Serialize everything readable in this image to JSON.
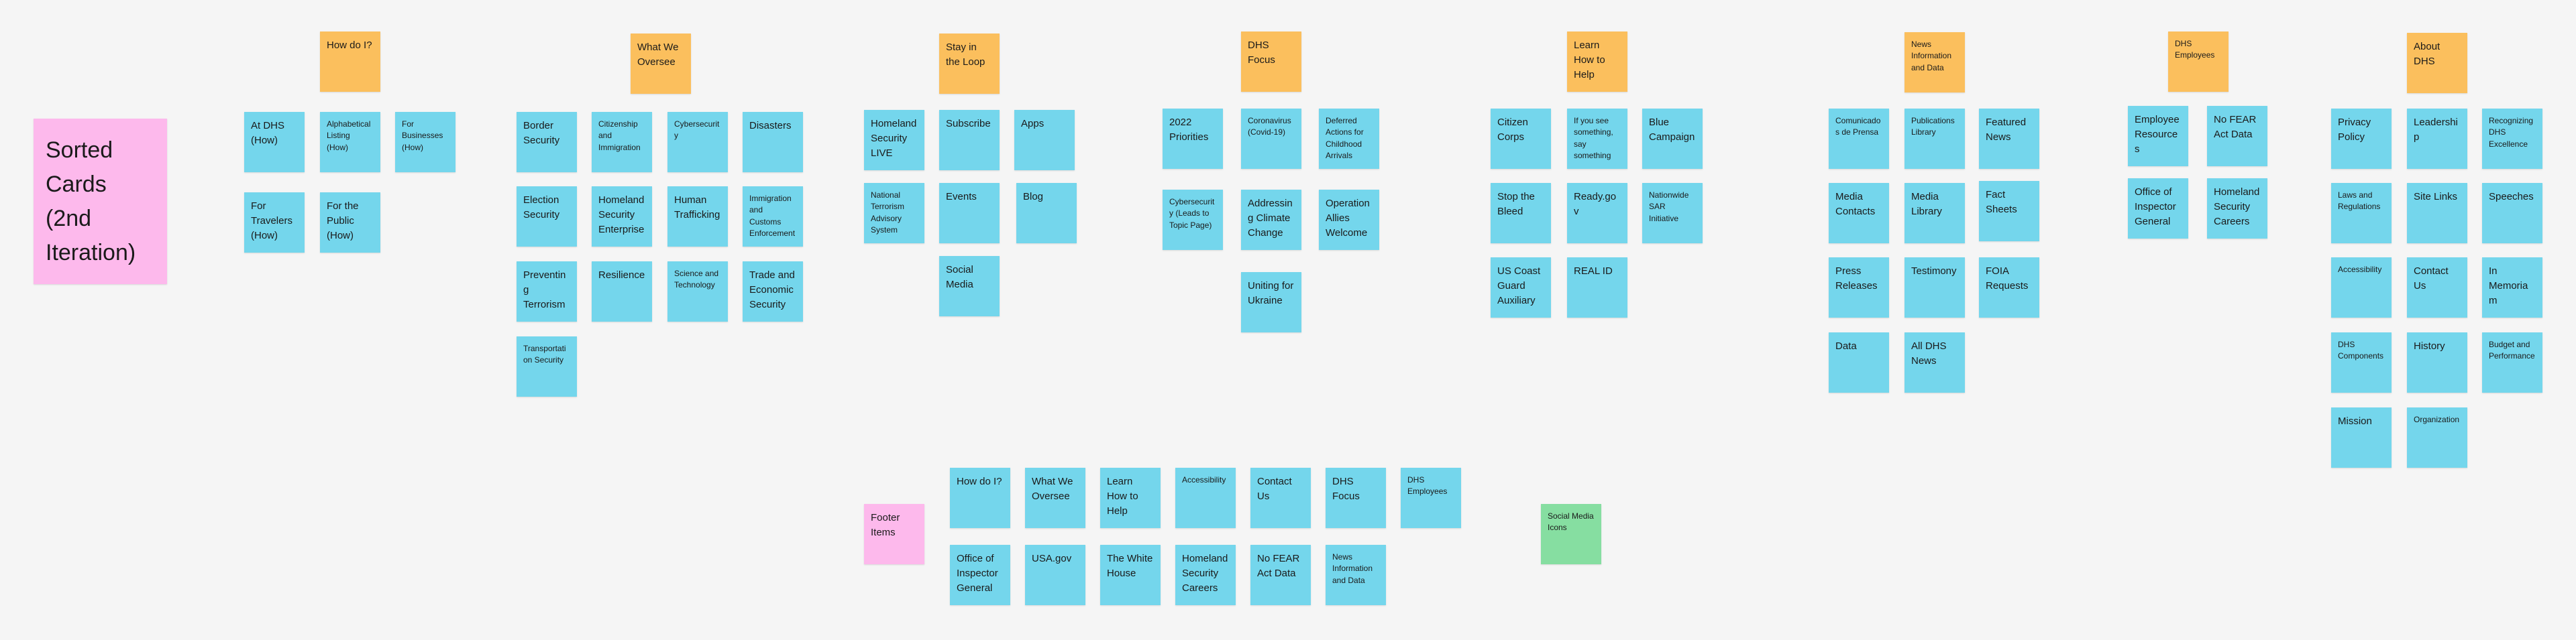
{
  "board": {
    "title": "Sorted Cards (2nd Iteration)",
    "headers": {
      "how_do_i": "How do I?",
      "what_we_oversee": "What We Oversee",
      "stay_in_loop": "Stay in the Loop",
      "dhs_focus": "DHS Focus",
      "learn_how_to_help": "Learn How to Help",
      "news_info_data": "News Information and Data",
      "dhs_employees": "DHS Employees",
      "about_dhs": "About DHS"
    },
    "how_do_i": {
      "at_dhs": "At DHS (How)",
      "alphabetical": "Alphabetical Listing (How)",
      "businesses": "For Businesses (How)",
      "travelers": "For Travelers (How)",
      "public": "For the Public (How)"
    },
    "oversee": {
      "border": "Border Security",
      "citizenship": "Citizenship and Immigration",
      "cyber": "Cybersecurity",
      "disasters": "Disasters",
      "election": "Election Security",
      "hse": "Homeland Security Enterprise",
      "trafficking": "Human Trafficking",
      "ice": "Immigration and Customs Enforcement",
      "terrorism": "Preventing Terrorism",
      "resilience": "Resilience",
      "science": "Science and Technology",
      "trade": "Trade and Economic Security",
      "transport": "Transportation Security"
    },
    "loop": {
      "live": "Homeland Security LIVE",
      "subscribe": "Subscribe",
      "apps": "Apps",
      "ntas": "National Terrorism Advisory System",
      "events": "Events",
      "blog": "Blog",
      "social": "Social Media"
    },
    "focus": {
      "priorities": "2022 Priorities",
      "covid": "Coronavirus (Covid-19)",
      "daca": "Deferred Actions for Childhood Arrivals",
      "cyber_topic": "Cybersecurity (Leads to Topic Page)",
      "climate": "Addressing Climate Change",
      "allies": "Operation Allies Welcome",
      "ukraine": "Uniting for Ukraine"
    },
    "help": {
      "citizen_corps": "Citizen Corps",
      "see_say": "If you see something, say something",
      "blue": "Blue Campaign",
      "bleed": "Stop the Bleed",
      "ready": "Ready.gov",
      "sar": "Nationwide SAR Initiative",
      "coast_guard": "US Coast Guard Auxiliary",
      "real_id": "REAL ID"
    },
    "news": {
      "comunicados": "Comunicados de Prensa",
      "publications": "Publications Library",
      "featured": "Featured News",
      "contacts": "Media Contacts",
      "media_library": "Media Library",
      "fact_sheets": "Fact Sheets",
      "press": "Press Releases",
      "testimony": "Testimony",
      "foia": "FOIA Requests",
      "data": "Data",
      "all_news": "All DHS News"
    },
    "employees": {
      "resources": "Employee Resources",
      "nofear": "No FEAR Act Data",
      "oig": "Office of Inspector General",
      "careers": "Homeland Security Careers"
    },
    "about": {
      "privacy": "Privacy Policy",
      "leadership": "Leadership",
      "excellence": "Recognizing DHS Excellence",
      "laws": "Laws and Regulations",
      "site_links": "Site Links",
      "speeches": "Speeches",
      "accessibility": "Accessibility",
      "contact": "Contact Us",
      "memoriam": "In Memoriam",
      "components": "DHS Components",
      "history": "History",
      "budget": "Budget and Performance",
      "mission": "Mission",
      "organization": "Organization"
    },
    "footer": {
      "label": "Footer Items",
      "how_do_i": "How do I?",
      "oversee": "What We Oversee",
      "learn": "Learn How to Help",
      "accessibility": "Accessibility",
      "contact": "Contact Us",
      "focus": "DHS Focus",
      "employees": "DHS Employees",
      "oig": "Office of Inspector General",
      "usagov": "USA.gov",
      "white_house": "The White House",
      "careers": "Homeland Security Careers",
      "nofear": "No FEAR Act Data",
      "news": "News Information and Data",
      "social_icons": "Social Media Icons"
    }
  }
}
